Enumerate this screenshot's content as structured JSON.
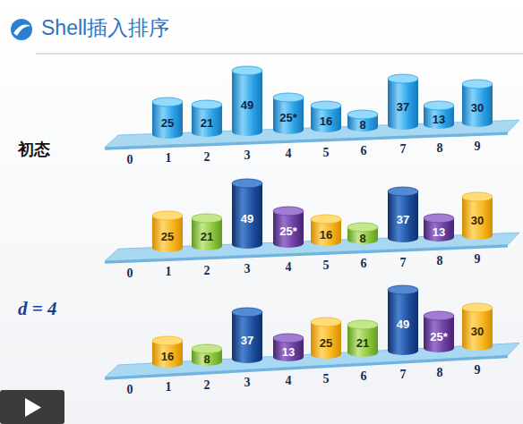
{
  "diagram": {
    "title": "Shell插入排序",
    "nodes": [
      {
        "text": [
          "25"
        ]
      },
      {
        "text": [
          "21"
        ]
      },
      {
        "text": [
          "49"
        ]
      },
      {
        "text": [
          "25*"
        ]
      },
      {
        "text": [
          "16"
        ]
      },
      {
        "text": [
          "8"
        ]
      },
      {
        "text": [
          "37"
        ]
      },
      {
        "text": [
          "13"
        ]
      },
      {
        "text": [
          "30"
        ]
      },
      {
        "text": [
          "25"
        ]
      },
      {
        "text": [
          "21"
        ]
      },
      {
        "text": [
          "49"
        ]
      },
      {
        "text": [
          "25*"
        ]
      },
      {
        "text": [
          "16"
        ]
      },
      {
        "text": [
          "8"
        ]
      },
      {
        "text": [
          "37"
        ]
      },
      {
        "text": [
          "13"
        ]
      },
      {
        "text": [
          "30"
        ]
      },
      {
        "text": [
          "16"
        ]
      },
      {
        "text": [
          "8"
        ]
      },
      {
        "text": [
          "37"
        ]
      },
      {
        "text": [
          "13"
        ]
      },
      {
        "text": [
          "25"
        ]
      },
      {
        "text": [
          "21"
        ]
      },
      {
        "text": [
          "49"
        ]
      },
      {
        "text": [
          "25*"
        ]
      },
      {
        "text": [
          "30"
        ]
      }
    ],
    "labels": [
      "0",
      "1",
      "2",
      "3",
      "4",
      "5",
      "6",
      "7",
      "8",
      "9",
      "初态",
      "0",
      "1",
      "2",
      "3",
      "4",
      "5",
      "6",
      "7",
      "8",
      "9",
      "d = 4",
      "0",
      "1",
      "2",
      "3",
      "4",
      "5",
      "6",
      "7",
      "8",
      "9"
    ]
  }
}
